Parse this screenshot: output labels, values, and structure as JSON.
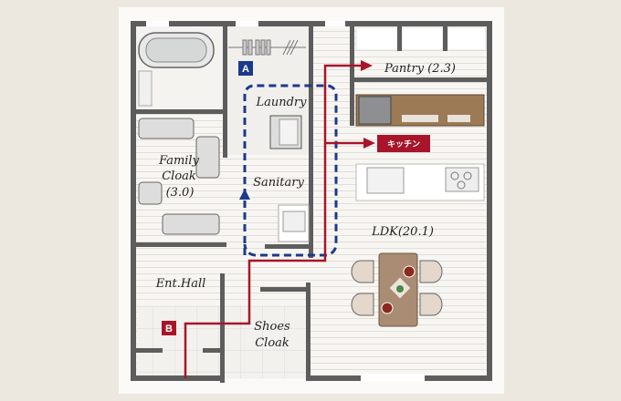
{
  "rooms": {
    "pantry": "Pantry (2.3)",
    "laundry": "Laundry",
    "family_cloak": [
      "Family",
      "Cloak",
      "(3.0)"
    ],
    "sanitary": "Sanitary",
    "ldk": "LDK(20.1)",
    "ent_hall": "Ent.Hall",
    "shoes_cloak": [
      "Shoes",
      "Cloak"
    ]
  },
  "markers": {
    "a": "A",
    "b": "B"
  },
  "kitchen_label": "キッチン",
  "colors": {
    "background": "#ece8e0",
    "route_red": "#a8152a",
    "route_blue": "#1c3a8a",
    "wall": "#5d5d5d"
  }
}
